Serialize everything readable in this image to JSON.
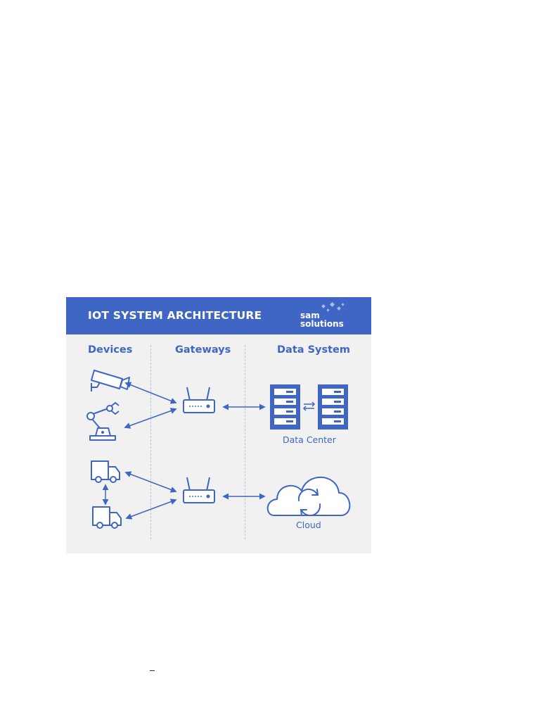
{
  "title": "IOT SYSTEM ARCHITECTURE",
  "logo": {
    "line1": "sam",
    "line2": "solutions"
  },
  "columns": {
    "devices": "Devices",
    "gateways": "Gateways",
    "data_system": "Data System"
  },
  "labels": {
    "data_center": "Data Center",
    "cloud": "Cloud"
  },
  "colors": {
    "accent": "#3f66c4",
    "background": "#f1f1f2",
    "banner": "#3f66c4"
  },
  "icons": [
    "camera-icon",
    "robotic-arm-icon",
    "truck-icon",
    "router-icon",
    "server-rack-icon",
    "cloud-sync-icon"
  ]
}
